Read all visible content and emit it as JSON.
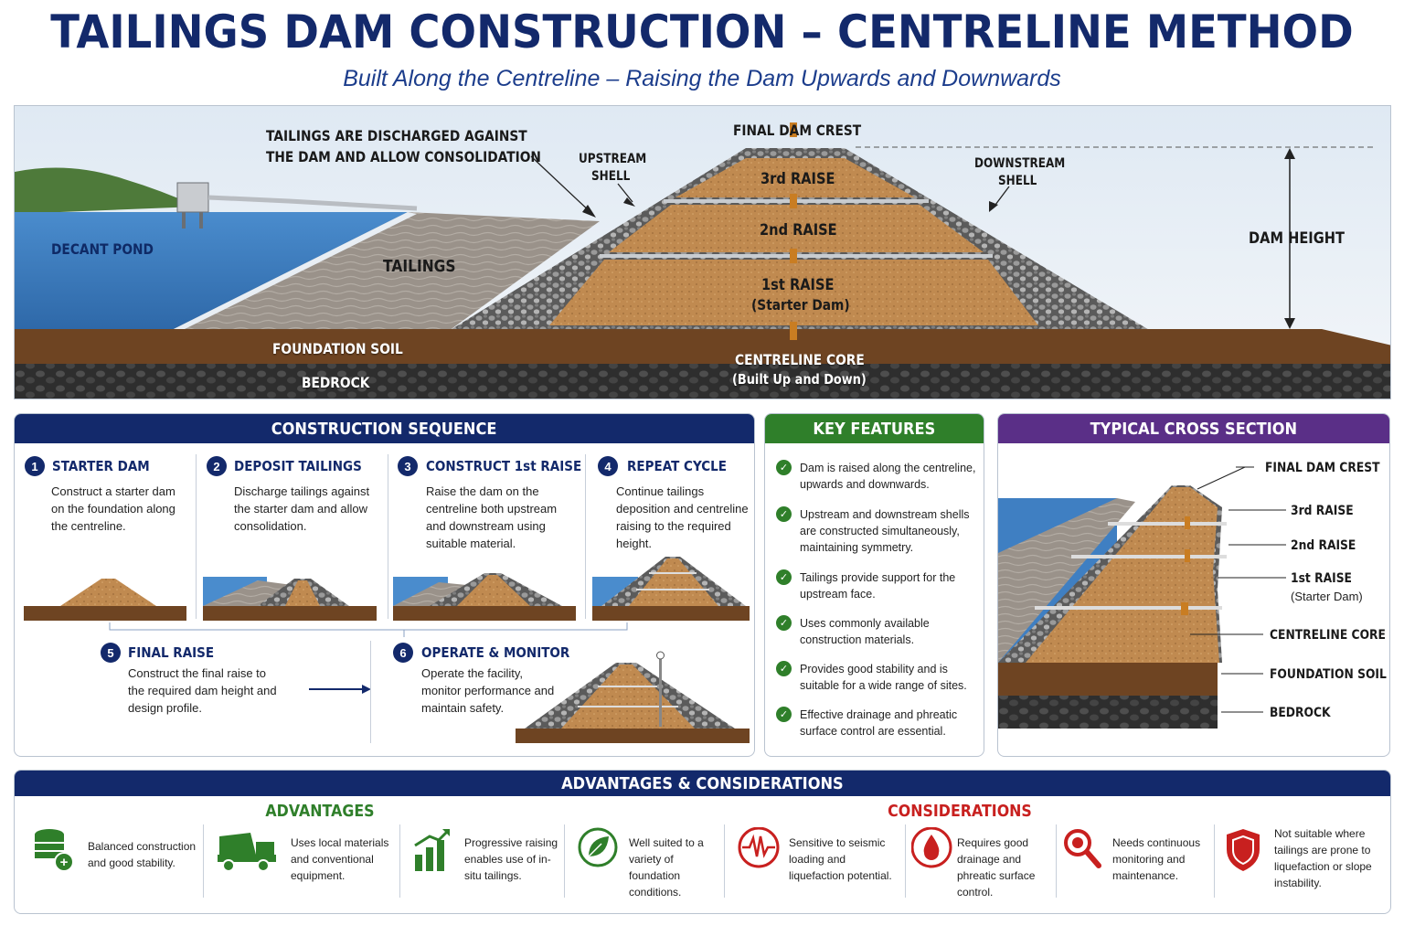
{
  "header": {
    "title": "TAILINGS DAM CONSTRUCTION – CENTRELINE METHOD",
    "subtitle": "Built Along the Centreline – Raising the Dam Upwards and Downwards"
  },
  "hero": {
    "labels": {
      "discharge_1": "TAILINGS ARE DISCHARGED AGAINST",
      "discharge_2": "THE DAM AND ALLOW CONSOLIDATION",
      "upstream_shell_1": "UPSTREAM",
      "upstream_shell_2": "SHELL",
      "final_crest": "FINAL DAM CREST",
      "raise_3": "3rd RAISE",
      "raise_2": "2nd RAISE",
      "raise_1": "1st RAISE",
      "raise_1_sub": "(Starter Dam)",
      "downstream_shell_1": "DOWNSTREAM",
      "downstream_shell_2": "SHELL",
      "dam_height": "DAM HEIGHT",
      "decant_pond": "DECANT POND",
      "tailings": "TAILINGS",
      "foundation_soil": "FOUNDATION SOIL",
      "bedrock": "BEDROCK",
      "centreline_core": "CENTRELINE CORE",
      "centreline_core_sub": "(Built Up and Down)"
    },
    "colors": {
      "water": "#3f7fc2",
      "fill": "#c08a50",
      "tailings": "#9a928a",
      "soil": "#6e4422",
      "bedrock": "#3a3a3a"
    }
  },
  "sequence": {
    "heading": "CONSTRUCTION SEQUENCE",
    "steps": [
      {
        "num": "1",
        "title": "STARTER DAM",
        "desc": "Construct a starter dam on the foundation along the centreline."
      },
      {
        "num": "2",
        "title": "DEPOSIT TAILINGS",
        "desc": "Discharge tailings against the starter dam and allow consolidation."
      },
      {
        "num": "3",
        "title": "CONSTRUCT 1st RAISE",
        "desc": "Raise the dam on the centreline both upstream and downstream using suitable material."
      },
      {
        "num": "4",
        "title": "REPEAT CYCLE",
        "desc": "Continue tailings deposition and centreline raising to the required height."
      },
      {
        "num": "5",
        "title": "FINAL RAISE",
        "desc": "Construct the final raise to the required dam height and design profile."
      },
      {
        "num": "6",
        "title": "OPERATE & MONITOR",
        "desc": "Operate the facility, monitor performance and maintain safety."
      }
    ]
  },
  "features": {
    "heading": "KEY FEATURES",
    "items": [
      "Dam is raised along the centreline, upwards and downwards.",
      "Upstream and downstream shells are constructed simultaneously, maintaining symmetry.",
      "Tailings provide support for the upstream face.",
      "Uses commonly available construction materials.",
      "Provides good stability and is suitable for a wide range of sites.",
      "Effective drainage and phreatic surface control are essential."
    ]
  },
  "cross_section": {
    "heading": "TYPICAL CROSS SECTION",
    "labels": {
      "final_crest": "FINAL DAM CREST",
      "raise_3": "3rd RAISE",
      "raise_2": "2nd RAISE",
      "raise_1": "1st RAISE",
      "raise_1_sub": "(Starter Dam)",
      "core": "CENTRELINE CORE",
      "soil": "FOUNDATION SOIL",
      "bedrock": "BEDROCK"
    }
  },
  "advantages": {
    "heading": "ADVANTAGES & CONSIDERATIONS",
    "adv_title": "ADVANTAGES",
    "con_title": "CONSIDERATIONS",
    "adv_items": [
      {
        "icon": "coin-stack-icon",
        "text": "Balanced construction and good stability."
      },
      {
        "icon": "dump-truck-icon",
        "text": "Uses local materials and conventional equipment."
      },
      {
        "icon": "growth-chart-icon",
        "text": "Progressive raising enables use of in-situ tailings."
      },
      {
        "icon": "leaf-icon",
        "text": "Well suited to a variety of foundation conditions."
      }
    ],
    "con_items": [
      {
        "icon": "seismic-wave-icon",
        "text": "Sensitive to seismic loading and liquefaction potential."
      },
      {
        "icon": "water-drop-icon",
        "text": "Requires good drainage and phreatic surface control."
      },
      {
        "icon": "magnifier-icon",
        "text": "Needs continuous monitoring and maintenance."
      },
      {
        "icon": "shield-warning-icon",
        "text": "Not suitable where tailings are prone to liquefaction or slope instability."
      }
    ],
    "colors": {
      "adv": "#2f7f2a",
      "con": "#c8201f"
    }
  }
}
